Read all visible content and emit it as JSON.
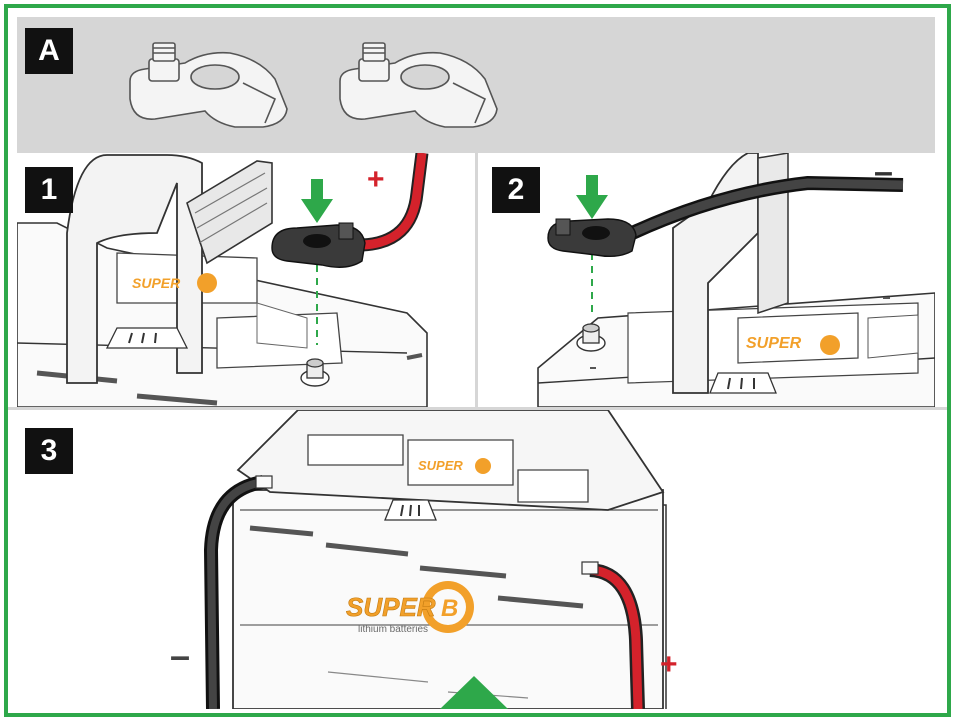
{
  "colors": {
    "frame": "#2ea84a",
    "header_bg": "#d6d6d6",
    "badge_bg": "#111111",
    "positive": "#d4222b",
    "negative": "#333333",
    "logo": "#f2a02a",
    "arrow": "#2ea84a"
  },
  "panel_a": {
    "badge": "A"
  },
  "step1": {
    "badge": "1",
    "polarity": "+"
  },
  "step2": {
    "badge": "2",
    "polarity": "–"
  },
  "step3": {
    "badge": "3",
    "negative_sign": "–",
    "positive_sign": "+",
    "brand": "SUPER B",
    "brand_sub": "lithium batteries"
  },
  "icons": [
    "terminal-clamp-icon",
    "down-arrow-icon"
  ]
}
